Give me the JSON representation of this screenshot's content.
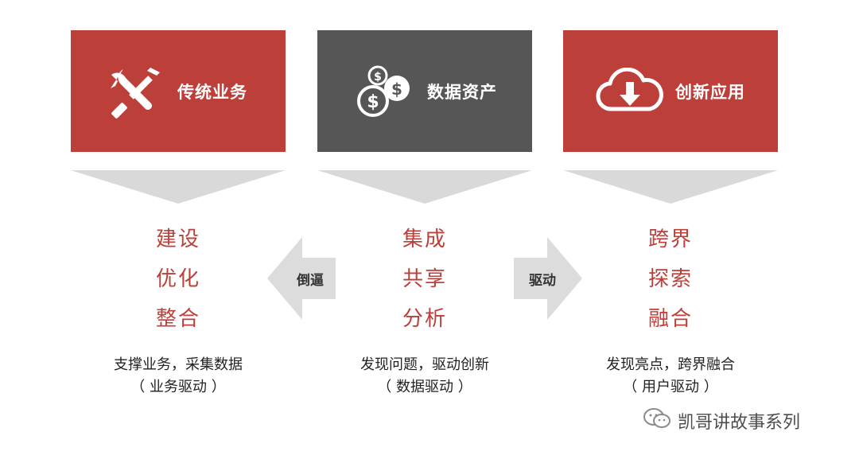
{
  "colors": {
    "accent_red": "#bd3f3a",
    "dark_gray": "#565656",
    "chevron_gray": "#d9d9d9",
    "arrow_gray": "#dcdcdc"
  },
  "columns": [
    {
      "header": "传统业务",
      "icon": "wrench-screwdriver-icon",
      "words": [
        "建设",
        "优化",
        "整合"
      ],
      "desc_line1": "支撑业务，采集数据",
      "desc_line2": "（ 业务驱动 ）"
    },
    {
      "header": "数据资产",
      "icon": "coins-dollar-icon",
      "words": [
        "集成",
        "共享",
        "分析"
      ],
      "desc_line1": "发现问题，驱动创新",
      "desc_line2": "（ 数据驱动 ）"
    },
    {
      "header": "创新应用",
      "icon": "cloud-download-icon",
      "words": [
        "跨界",
        "探索",
        "融合"
      ],
      "desc_line1": "发现亮点，跨界融合",
      "desc_line2": "（ 用户驱动 ）"
    }
  ],
  "arrows": {
    "left_label": "倒逼",
    "right_label": "驱动"
  },
  "watermark": {
    "text": "凯哥讲故事系列",
    "icon": "wechat-icon"
  }
}
